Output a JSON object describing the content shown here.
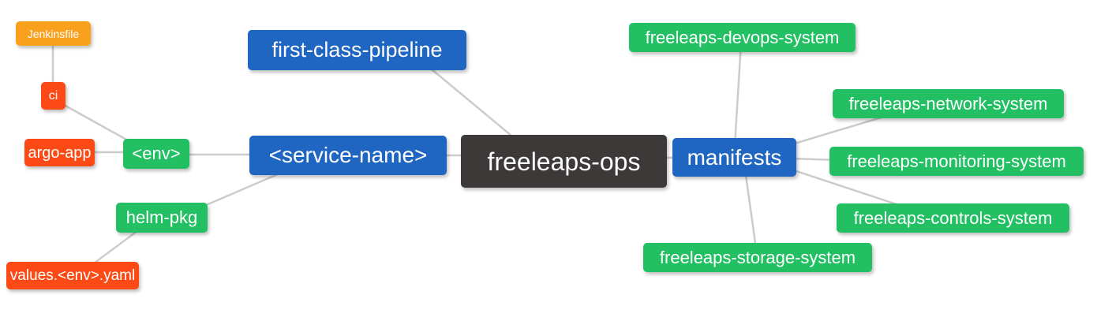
{
  "diagram": {
    "type": "mindmap",
    "root": "freeleaps_ops"
  },
  "colors": {
    "root_node_bg": "#3C3938",
    "branch_node_bg": "#1E66C2",
    "leaf_green_bg": "#22C063",
    "leaf_red_bg": "#FB4A16",
    "leaf_orange_bg": "#F9A11C",
    "node_text": "#FFFFFF",
    "edge_line": "#CCCCCC",
    "background": "#FFFFFF"
  },
  "nodes": {
    "jenkinsfile": {
      "label": "Jenkinsfile",
      "color": "#F9A11C"
    },
    "ci": {
      "label": "ci",
      "color": "#FB4A16"
    },
    "argo_app": {
      "label": "argo-app",
      "color": "#FB4A16"
    },
    "env": {
      "label": "<env>",
      "color": "#22C063"
    },
    "helm_pkg": {
      "label": "helm-pkg",
      "color": "#22C063"
    },
    "values_env_yaml": {
      "label": "values.<env>.yaml",
      "color": "#FB4A16"
    },
    "first_class_pipeline": {
      "label": "first-class-pipeline",
      "color": "#1E66C2"
    },
    "service_name": {
      "label": "<service-name>",
      "color": "#1E66C2"
    },
    "freeleaps_ops": {
      "label": "freeleaps-ops",
      "color": "#3C3938"
    },
    "manifests": {
      "label": "manifests",
      "color": "#1E66C2"
    },
    "freeleaps_devops_system": {
      "label": "freeleaps-devops-system",
      "color": "#22C063"
    },
    "freeleaps_network_system": {
      "label": "freeleaps-network-system",
      "color": "#22C063"
    },
    "freeleaps_monitoring_system": {
      "label": "freeleaps-monitoring-system",
      "color": "#22C063"
    },
    "freeleaps_controls_system": {
      "label": "freeleaps-controls-system",
      "color": "#22C063"
    },
    "freeleaps_storage_system": {
      "label": "freeleaps-storage-system",
      "color": "#22C063"
    }
  },
  "edges": [
    {
      "from": "jenkinsfile",
      "to": "ci"
    },
    {
      "from": "ci",
      "to": "env"
    },
    {
      "from": "argo_app",
      "to": "env"
    },
    {
      "from": "env",
      "to": "service_name"
    },
    {
      "from": "helm_pkg",
      "to": "service_name"
    },
    {
      "from": "values_env_yaml",
      "to": "helm_pkg"
    },
    {
      "from": "first_class_pipeline",
      "to": "freeleaps_ops"
    },
    {
      "from": "service_name",
      "to": "freeleaps_ops"
    },
    {
      "from": "freeleaps_ops",
      "to": "manifests"
    },
    {
      "from": "manifests",
      "to": "freeleaps_devops_system"
    },
    {
      "from": "manifests",
      "to": "freeleaps_network_system"
    },
    {
      "from": "manifests",
      "to": "freeleaps_monitoring_system"
    },
    {
      "from": "manifests",
      "to": "freeleaps_controls_system"
    },
    {
      "from": "manifests",
      "to": "freeleaps_storage_system"
    }
  ]
}
